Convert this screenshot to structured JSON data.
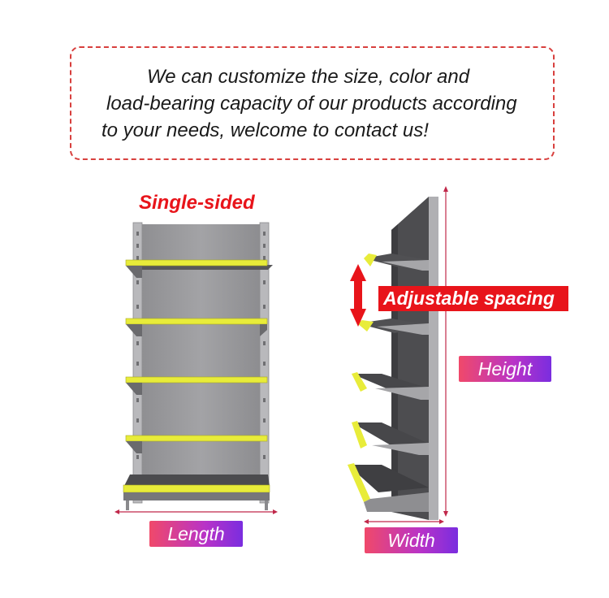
{
  "notice": {
    "line1": "We can customize the size, color and",
    "line2": "load-bearing capacity of our products according",
    "line3": "to your needs, welcome to contact us!"
  },
  "single_sided_label": "Single-sided",
  "adjustable_label": "Adjustable spacing",
  "dimensions": {
    "length": "Length",
    "width": "Width",
    "height": "Height"
  },
  "colors": {
    "accent_red": "#e8141a",
    "shelf_yellow": "#e8ec3a",
    "panel_gray": "#9a9a9c",
    "dimension_line": "#c0284a"
  }
}
